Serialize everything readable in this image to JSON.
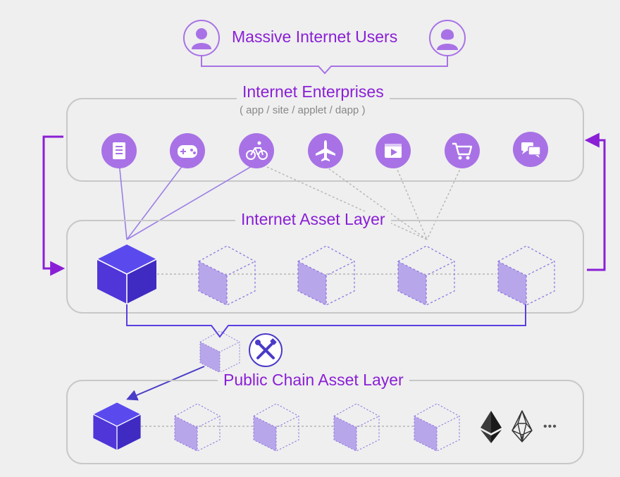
{
  "diagram": {
    "users_label": "Massive Internet Users",
    "enterprises_label": "Internet Enterprises",
    "enterprises_sublabel": "( app / site / applet / dapp )",
    "internet_asset_layer_label": "Internet Asset Layer",
    "public_chain_asset_layer_label": "Public Chain Asset Layer",
    "more_chains_symbol": "•••",
    "enterprise_icons": [
      "document-icon",
      "gamepad-icon",
      "bicycle-icon",
      "airplane-icon",
      "video-icon",
      "shopping-cart-icon",
      "chat-icon"
    ],
    "chain_icons": [
      "ethereum-icon",
      "eos-icon"
    ],
    "colors": {
      "accent": "#8a1fd6",
      "icon_fill": "#a872e6",
      "solid_cube": "#5b3ee0",
      "ghost_cube": "#b8a6ea",
      "panel_border": "#c8c8c8",
      "background": "#efefef"
    }
  }
}
